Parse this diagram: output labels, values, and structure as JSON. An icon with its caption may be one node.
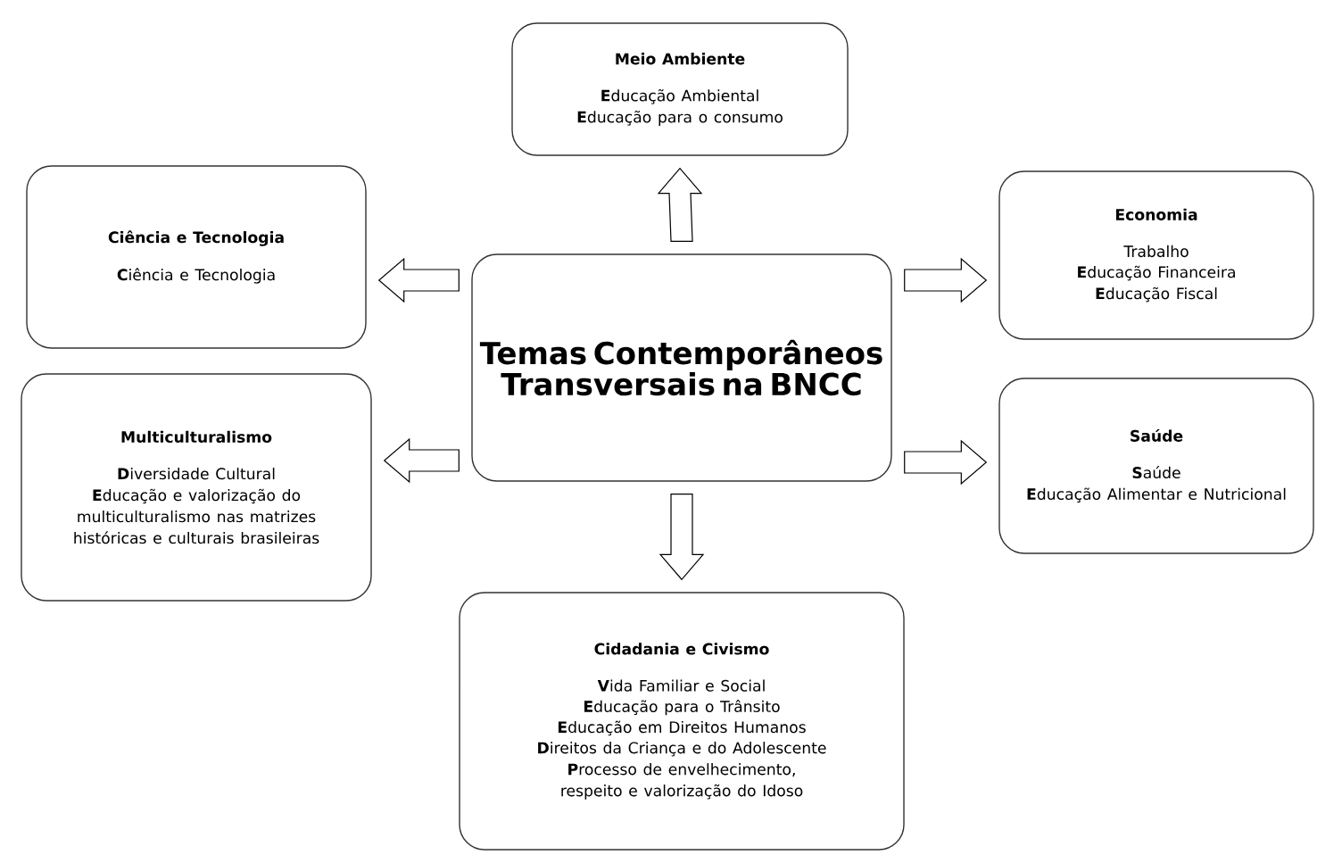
{
  "diagram": {
    "nodes": [
      {
        "text": [
          "Temas Contemporâneos Transversais na BNCC"
        ]
      },
      {
        "text": [
          "Meio Ambiente",
          "**E**ducação Ambiental",
          "**E**ducação para o consumo"
        ]
      },
      {
        "text": [
          "Ciência e Tecnologia",
          "**C**iência e Tecnologia"
        ]
      },
      {
        "text": [
          "Economia",
          "Trabalho",
          "**E**ducação Financeira",
          "**E**ducação Fiscal"
        ]
      },
      {
        "text": [
          "Multiculturalismo",
          "**D**iversidade Cultural",
          "**E**ducação e valorização do multiculturalismo nas matrizes históricas e culturais brasileiras"
        ]
      },
      {
        "text": [
          "Saúde",
          "**S**aúde",
          "**E**ducação Alimentar e Nutricional"
        ]
      },
      {
        "text": [
          "Cidadania e Civismo",
          "**V**ida Familiar e Social",
          "**E**ducação para o Trânsito",
          "**E**ducação em Direitos Humanos",
          "**D**ireitos da Criança e do Adolescente",
          "**P**rocesso de envelhecimento, respeito e valorização do Idoso"
        ]
      }
    ],
    "edges": [
      {
        "from": 0,
        "to": 1,
        "arrow": "to"
      },
      {
        "from": 0,
        "to": 2,
        "arrow": "to"
      },
      {
        "from": 0,
        "to": 3,
        "arrow": "to"
      },
      {
        "from": 0,
        "to": 4,
        "arrow": "to"
      },
      {
        "from": 0,
        "to": 5,
        "arrow": "to"
      },
      {
        "from": 0,
        "to": 6,
        "arrow": "to"
      }
    ]
  }
}
